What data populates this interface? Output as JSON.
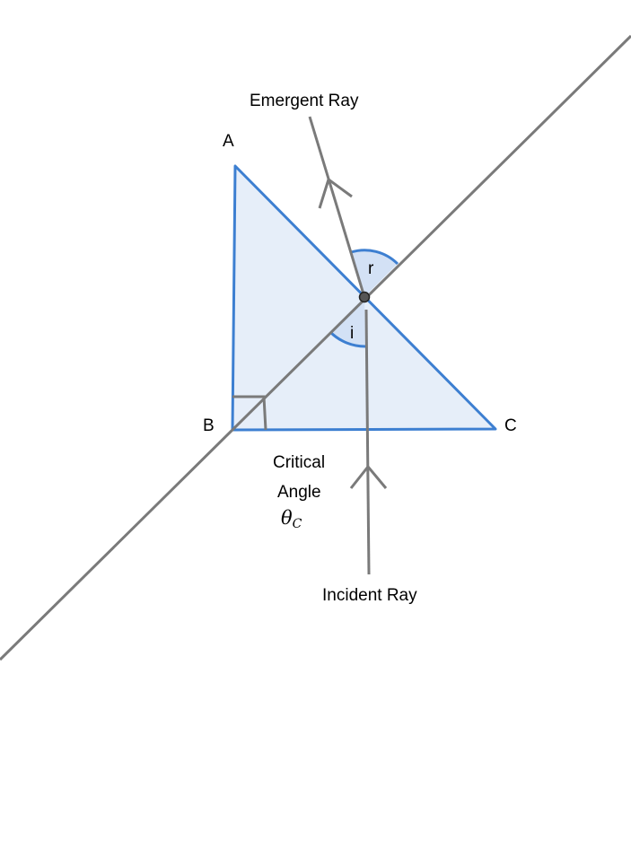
{
  "labels": {
    "vertex_a": "A",
    "vertex_b": "B",
    "vertex_c": "C",
    "emergent_ray": "Emergent Ray",
    "incident_ray": "Incident Ray",
    "angle_r": "r",
    "angle_i": "i",
    "critical_angle_line1": "Critical",
    "critical_angle_line2": "Angle",
    "critical_angle_symbol": "θ",
    "critical_angle_subscript": "C"
  },
  "colors": {
    "prism_stroke": "#3d7fd1",
    "prism_fill": "#e6eef9",
    "ray": "#7a7a7a",
    "point": "#555555"
  }
}
